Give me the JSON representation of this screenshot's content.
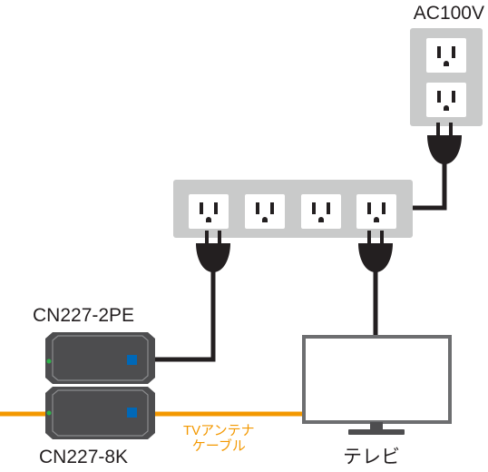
{
  "labels": {
    "wall_outlet": "AC100V",
    "device_top": "CN227-2PE",
    "device_bottom": "CN227-8K",
    "antenna_cable_line1": "TVアンテナ",
    "antenna_cable_line2": "ケーブル",
    "tv": "テレビ"
  },
  "colors": {
    "cable_orange": "#f39800",
    "power_cord": "#231f20",
    "outlet_panel": "#c9caca",
    "device_body": "#4d4d4f",
    "led_green": "#2fb34a",
    "button_blue": "#0068b7",
    "tv_frame": "#6d6e70"
  },
  "components": {
    "wall_outlet_sockets": 2,
    "power_strip_sockets": 4
  }
}
